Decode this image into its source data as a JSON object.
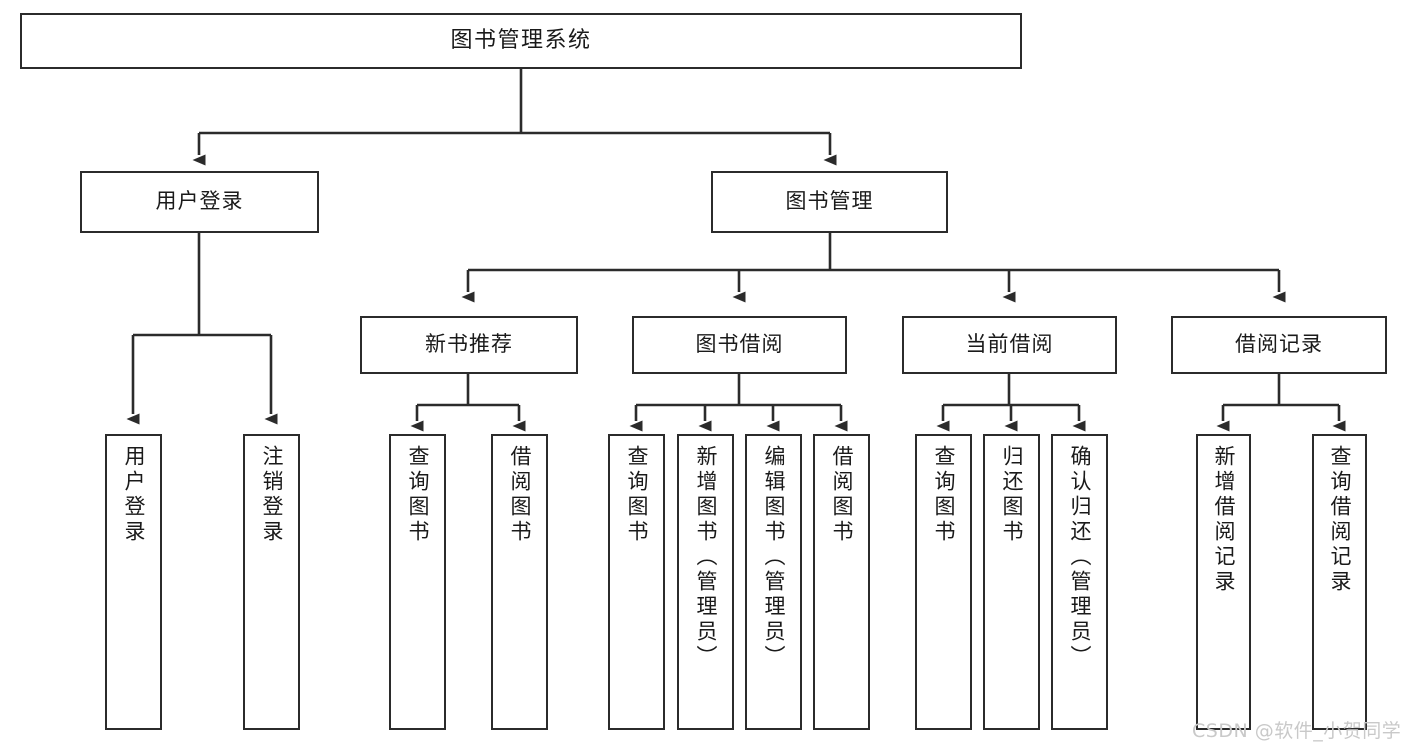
{
  "diagram": {
    "title": "图书管理系统",
    "watermark": "CSDN @软件_小贺同学",
    "colors": {
      "stroke": "#2b2b2b",
      "fill": "#ffffff",
      "text": "#1a1a1a",
      "watermark": "#c9c9c9"
    },
    "nodes": {
      "root": "图书管理系统",
      "level2": {
        "user_login": "用户登录",
        "book_manage": "图书管理"
      },
      "level3": {
        "new_book_recommend": "新书推荐",
        "book_borrow": "图书借阅",
        "current_borrow": "当前借阅",
        "borrow_record": "借阅记录"
      },
      "leaves": {
        "user_login": [
          "用户登录",
          "注销登录"
        ],
        "new_book_recommend": [
          "查询图书",
          "借阅图书"
        ],
        "book_borrow": [
          "查询图书",
          "新增图书（管理员）",
          "编辑图书（管理员）",
          "借阅图书"
        ],
        "current_borrow": [
          "查询图书",
          "归还图书",
          "确认归还（管理员）"
        ],
        "borrow_record": [
          "新增借阅记录",
          "查询借阅记录"
        ]
      }
    }
  }
}
